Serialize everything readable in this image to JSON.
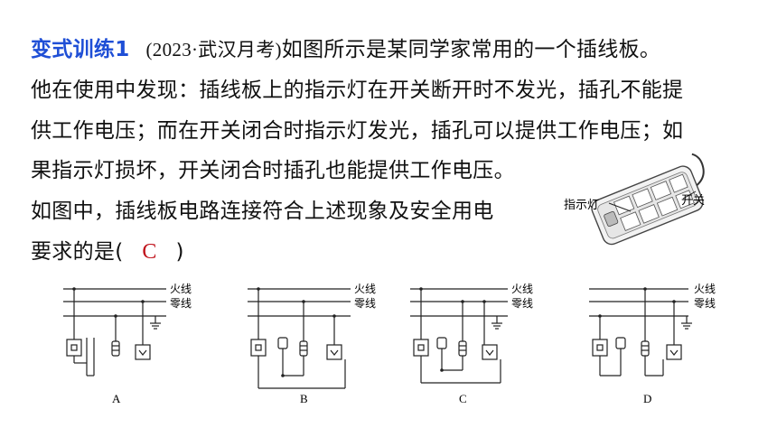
{
  "question": {
    "tag": "变式训练1",
    "source": "(2023·武汉月考)",
    "line1_text": "如图所示是某同学家常用的一个插线板。",
    "line2": "他在使用中发现：插线板上的指示灯在开关断开时不发光，插孔不能提",
    "line3": "供工作电压；而在开关闭合时指示灯发光，插孔可以提供工作电压；如",
    "line4": "果指示灯损坏，开关闭合时插孔也能提供工作电压。",
    "line5": "如图中，插线板电路连接符合上述现象及安全用电",
    "line6_prefix": "要求的是(",
    "answer": "C",
    "line6_suffix": ")"
  },
  "photo": {
    "label_indicator": "指示灯",
    "label_switch": "开关"
  },
  "diagrams": [
    {
      "option": "A",
      "live": "火线",
      "neutral": "零线"
    },
    {
      "option": "B",
      "live": "火线",
      "neutral": "零线"
    },
    {
      "option": "C",
      "live": "火线",
      "neutral": "零线"
    },
    {
      "option": "D",
      "live": "火线",
      "neutral": "零线"
    }
  ]
}
